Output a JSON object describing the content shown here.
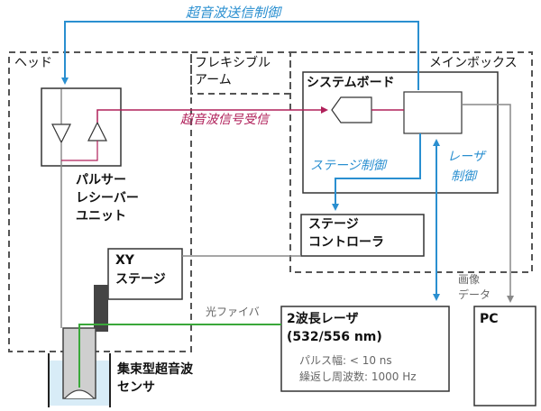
{
  "labels": {
    "top_control": "超音波送信制御",
    "head": "ヘッド",
    "flex_arm_1": "フレキシブル",
    "flex_arm_2": "アーム",
    "main_box": "メインボックス",
    "system_board": "システムボード",
    "ultrasound_receive": "超音波信号受信",
    "stage_control": "ステージ制御",
    "laser_control_1": "レーザ",
    "laser_control_2": "制御",
    "pulser_1": "パルサー",
    "pulser_2": "レシーバー",
    "pulser_3": "ユニット",
    "stage_ctrl_1": "ステージ",
    "stage_ctrl_2": "コントローラ",
    "xy_1": "XY",
    "xy_2": "ステージ",
    "image_data_1": "画像",
    "image_data_2": "データ",
    "pc": "PC",
    "optical_fiber": "光ファイバ",
    "laser_title": "2波長レーザ",
    "laser_wavelength": "(532/556 nm)",
    "pulse_width": "パルス幅: < 10 ns",
    "repetition": "繰返し周波数: 1000 Hz",
    "sensor_1": "集束型超音波",
    "sensor_2": "センサ"
  },
  "colors": {
    "blue": "#2a8fd0",
    "pink": "#b0205a",
    "green": "#3aa83a",
    "gray": "#888888",
    "dark": "#333333"
  }
}
